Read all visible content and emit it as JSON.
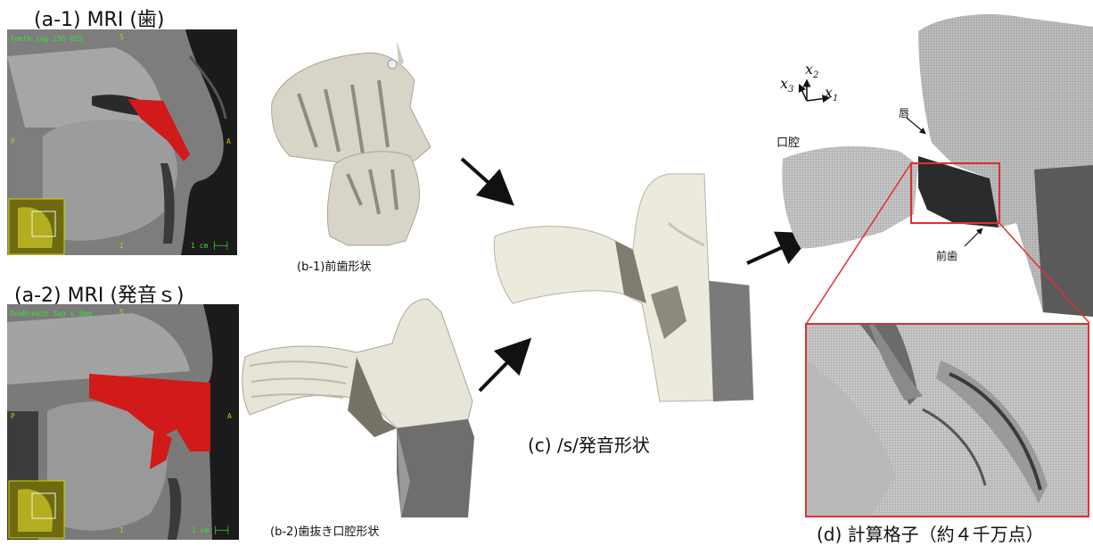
{
  "panels": {
    "a1": {
      "title": "(a-1) MRI (歯)",
      "header_text": "Teeth sag 256 025",
      "orient_top": "S",
      "orient_left": "P",
      "orient_right": "A",
      "orient_bottom": "I",
      "scale": "1 cm"
    },
    "a2": {
      "title": "(a-2) MRI (発音ｓ)",
      "header_text": "OneBreath Sag s 3mm",
      "orient_top": "S",
      "orient_left": "P",
      "orient_right": "A",
      "orient_bottom": "I",
      "scale": "1 cm"
    },
    "b1": {
      "caption": "(b-1)前歯形状"
    },
    "b2": {
      "caption": "(b-2)歯抜き口腔形状"
    },
    "c": {
      "caption": "(c) /s/発音形状"
    },
    "d": {
      "caption": "(d) 計算格子（約４千万点）",
      "label_mouth": "口腔",
      "label_lip": "唇",
      "label_teeth": "前歯"
    }
  },
  "axes": {
    "x1": "x",
    "x1_sub": "1",
    "x2": "x",
    "x2_sub": "2",
    "x3": "x",
    "x3_sub": "3"
  },
  "colors": {
    "highlight": "#d11a1a",
    "overlay": "#e0da00",
    "mri_text": "#e0c000",
    "mri_header": "#39e039",
    "frame": "#e03030"
  }
}
